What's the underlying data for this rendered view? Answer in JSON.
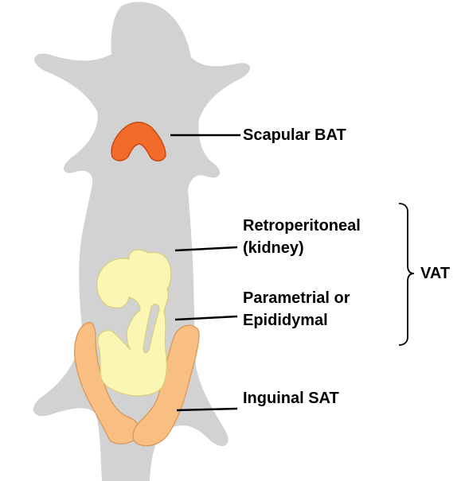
{
  "labels": {
    "scapular_bat": "Scapular BAT",
    "retroperitoneal_line1": "Retroperitoneal",
    "retroperitoneal_line2": "(kidney)",
    "parametrial_line1": "Parametrial or",
    "parametrial_line2": "Epididymal",
    "vat": "VAT",
    "inguinal_sat": "Inguinal SAT"
  },
  "colors": {
    "body_silhouette": "#d2d2d2",
    "scapular_bat_fill": "#f26b2a",
    "scapular_bat_stroke": "#c94a10",
    "visceral_fat_fill": "#fbf6b4",
    "visceral_fat_stroke": "#d7cf7a",
    "inguinal_fat_fill": "#f8be82",
    "inguinal_fat_stroke": "#d89457",
    "leader_lines": "#000000"
  }
}
